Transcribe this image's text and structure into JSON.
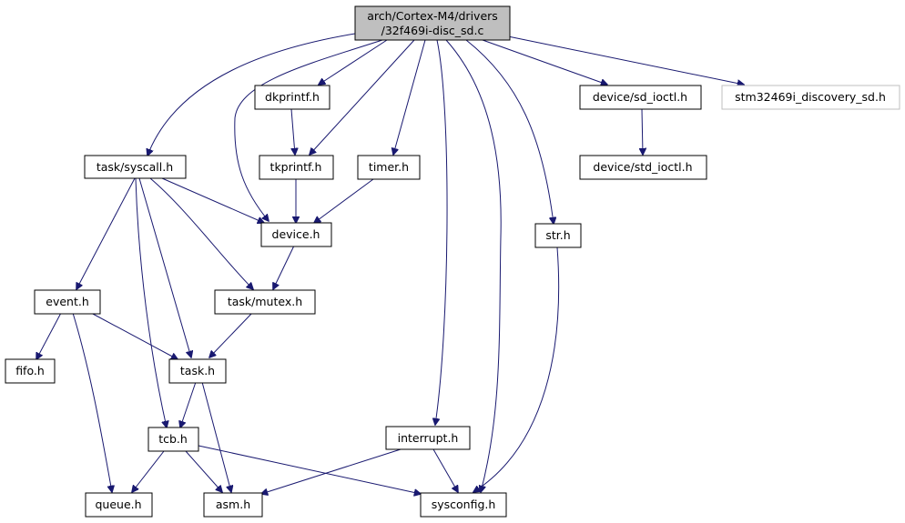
{
  "nodes": {
    "root_line1": "arch/Cortex-M4/drivers",
    "root_line2": "/32f469i-disc_sd.c",
    "task_syscall": "task/syscall.h",
    "dkprintf": "dkprintf.h",
    "tkprintf": "tkprintf.h",
    "timer": "timer.h",
    "device": "device.h",
    "task_mutex": "task/mutex.h",
    "event": "event.h",
    "fifo": "fifo.h",
    "task": "task.h",
    "tcb": "tcb.h",
    "queue": "queue.h",
    "asm": "asm.h",
    "interrupt": "interrupt.h",
    "sysconfig": "sysconfig.h",
    "str": "str.h",
    "device_sd_ioctl": "device/sd_ioctl.h",
    "device_std_ioctl": "device/std_ioctl.h",
    "stm32469i": "stm32469i_discovery_sd.h"
  },
  "colors": {
    "edge": "#191970",
    "root_fill": "#bfbfbf",
    "external_border": "#bfbfbf"
  }
}
